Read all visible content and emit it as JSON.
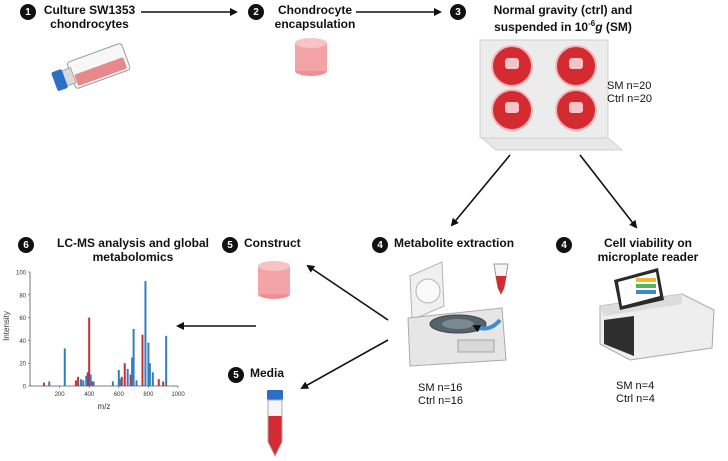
{
  "steps": [
    {
      "num": "1",
      "title": "Culture SW1353 chondrocytes"
    },
    {
      "num": "2",
      "title": "Chondrocyte encapsulation"
    },
    {
      "num": "3",
      "title_line1": "Normal gravity (ctrl) and",
      "title_line2_pre": "suspended in 10",
      "title_sup": "-6",
      "title_g": "g",
      "title_post": " (SM)"
    },
    {
      "num": "4",
      "title": "Metabolite extraction"
    },
    {
      "num": "4",
      "title": "Cell viability on microplate reader"
    },
    {
      "num": "5",
      "title": "Construct"
    },
    {
      "num": "5",
      "title": "Media"
    },
    {
      "num": "6",
      "title": "LC-MS analysis and global metabolomics"
    }
  ],
  "counts": {
    "step3": {
      "sm": "SM n=20",
      "ctrl": "Ctrl n=20"
    },
    "extraction": {
      "sm": "SM n=16",
      "ctrl": "Ctrl n=16"
    },
    "viability": {
      "sm": "SM n=4",
      "ctrl": "Ctrl n=4"
    }
  },
  "chart_data": {
    "type": "bar",
    "xlabel": "m/z",
    "ylabel": "Intensity",
    "xlim": [
      0,
      1000
    ],
    "ylim": [
      0,
      100
    ],
    "xticks": [
      200,
      400,
      600,
      800,
      1000
    ],
    "yticks": [
      0,
      20,
      40,
      60,
      80,
      100
    ],
    "series": [
      {
        "color": "#c0303a",
        "points": [
          [
            95,
            3
          ],
          [
            310,
            5
          ],
          [
            325,
            8
          ],
          [
            390,
            12
          ],
          [
            400,
            60
          ],
          [
            420,
            4
          ],
          [
            620,
            8
          ],
          [
            640,
            20
          ],
          [
            680,
            10
          ],
          [
            760,
            45
          ],
          [
            870,
            6
          ],
          [
            900,
            4
          ]
        ]
      },
      {
        "color": "#2f7fc1",
        "points": [
          [
            130,
            4
          ],
          [
            235,
            33
          ],
          [
            345,
            6
          ],
          [
            360,
            5
          ],
          [
            380,
            9
          ],
          [
            410,
            10
          ],
          [
            430,
            4
          ],
          [
            560,
            4
          ],
          [
            600,
            14
          ],
          [
            610,
            6
          ],
          [
            660,
            15
          ],
          [
            690,
            25
          ],
          [
            700,
            50
          ],
          [
            720,
            5
          ],
          [
            780,
            92
          ],
          [
            800,
            38
          ],
          [
            810,
            20
          ],
          [
            830,
            12
          ],
          [
            920,
            44
          ]
        ]
      }
    ]
  },
  "colors": {
    "flask_cap": "#2b6fc4",
    "medium": "#e0323a",
    "gel": "#f3a4a7",
    "device": "#e5e5e5"
  }
}
